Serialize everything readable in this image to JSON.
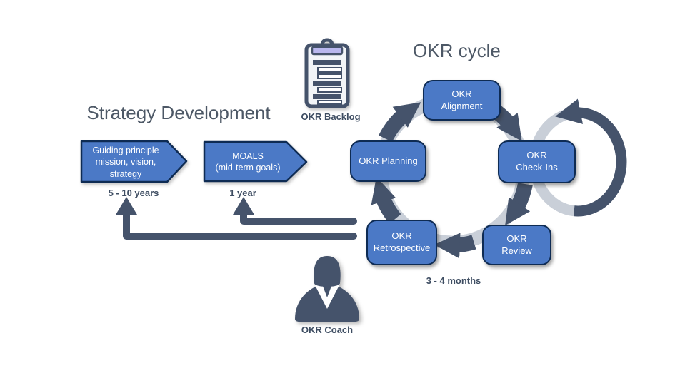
{
  "titles": {
    "strategy": "Strategy Development",
    "okr_cycle": "OKR cycle"
  },
  "strategy_flow": {
    "steps": [
      {
        "label": "Guiding principle\nmission, vision,\nstrategy",
        "timeframe": "5 - 10 years"
      },
      {
        "label": "MOALS\n(mid-term goals)",
        "timeframe": "1 year"
      }
    ]
  },
  "okr_cycle": {
    "stages": [
      {
        "label": "OKR Planning"
      },
      {
        "label": "OKR\nAlignment"
      },
      {
        "label": "OKR\nCheck-Ins"
      },
      {
        "label": "OKR\nReview"
      },
      {
        "label": "OKR\nRetrospective"
      }
    ],
    "iteration_note": "3 - 4 months"
  },
  "artifacts": {
    "backlog_label": "OKR Backlog",
    "coach_label": "OKR Coach"
  },
  "colors": {
    "box-fill": "#4b79c6",
    "box-border": "#0e2b53",
    "arrow-dark": "#45536b",
    "ring-gray": "#c9cfd8",
    "clip-lavender": "#b9b7ee",
    "text-dark": "#3e4d62",
    "heading": "#4d5866"
  }
}
